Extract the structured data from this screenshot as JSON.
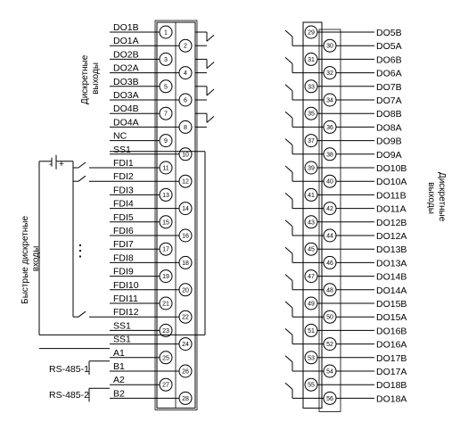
{
  "left_block": {
    "terminals": [
      {
        "num": "1",
        "label": "DO1B"
      },
      {
        "num": "2",
        "label": "DO1A"
      },
      {
        "num": "3",
        "label": "DO2B"
      },
      {
        "num": "4",
        "label": "DO2A"
      },
      {
        "num": "5",
        "label": "DO3B"
      },
      {
        "num": "6",
        "label": "DO3A"
      },
      {
        "num": "7",
        "label": "DO4B"
      },
      {
        "num": "8",
        "label": "DO4A"
      },
      {
        "num": "9",
        "label": "NC"
      },
      {
        "num": "10",
        "label": "SS1"
      },
      {
        "num": "11",
        "label": "FDI1"
      },
      {
        "num": "12",
        "label": "FDI2"
      },
      {
        "num": "13",
        "label": "FDI3"
      },
      {
        "num": "14",
        "label": "FDI4"
      },
      {
        "num": "15",
        "label": "FDI5"
      },
      {
        "num": "16",
        "label": "FDI6"
      },
      {
        "num": "17",
        "label": "FDI7"
      },
      {
        "num": "18",
        "label": "FDI8"
      },
      {
        "num": "19",
        "label": "FDI9"
      },
      {
        "num": "20",
        "label": "FDI10"
      },
      {
        "num": "21",
        "label": "FDI11"
      },
      {
        "num": "22",
        "label": "FDI12"
      },
      {
        "num": "23",
        "label": "SS1"
      },
      {
        "num": "24",
        "label": "SS1"
      },
      {
        "num": "25",
        "label": "A1"
      },
      {
        "num": "26",
        "label": "B1"
      },
      {
        "num": "27",
        "label": "A2"
      },
      {
        "num": "28",
        "label": "B2"
      }
    ]
  },
  "right_block": {
    "terminals": [
      {
        "num": "29",
        "label": "DO5B"
      },
      {
        "num": "30",
        "label": "DO5A"
      },
      {
        "num": "31",
        "label": "DO6B"
      },
      {
        "num": "32",
        "label": "DO6A"
      },
      {
        "num": "33",
        "label": "DO7B"
      },
      {
        "num": "34",
        "label": "DO7A"
      },
      {
        "num": "35",
        "label": "DO8B"
      },
      {
        "num": "36",
        "label": "DO8A"
      },
      {
        "num": "37",
        "label": "DO9B"
      },
      {
        "num": "38",
        "label": "DO9A"
      },
      {
        "num": "39",
        "label": "DO10B"
      },
      {
        "num": "40",
        "label": "DO10A"
      },
      {
        "num": "41",
        "label": "DO11B"
      },
      {
        "num": "42",
        "label": "DO11A"
      },
      {
        "num": "43",
        "label": "DO12B"
      },
      {
        "num": "44",
        "label": "DO12A"
      },
      {
        "num": "45",
        "label": "DO13B"
      },
      {
        "num": "46",
        "label": "DO13A"
      },
      {
        "num": "47",
        "label": "DO14B"
      },
      {
        "num": "48",
        "label": "DO14A"
      },
      {
        "num": "49",
        "label": "DO15B"
      },
      {
        "num": "50",
        "label": "DO15A"
      },
      {
        "num": "51",
        "label": "DO16B"
      },
      {
        "num": "52",
        "label": "DO16A"
      },
      {
        "num": "53",
        "label": "DO17B"
      },
      {
        "num": "54",
        "label": "DO17A"
      },
      {
        "num": "55",
        "label": "DO18B"
      },
      {
        "num": "56",
        "label": "DO18A"
      }
    ]
  },
  "side_labels": {
    "discrete_outputs_left": [
      "Дискретные",
      "выходы"
    ],
    "discrete_outputs_right": [
      "Дискретные",
      "выходы"
    ],
    "fast_inputs": [
      "Быстрые дискретные",
      "входы"
    ],
    "rs485_1": "RS-485-1",
    "rs485_2": "RS-485-2",
    "ellipsis": "⋮",
    "battery_minus": "-",
    "battery_plus": "+"
  }
}
